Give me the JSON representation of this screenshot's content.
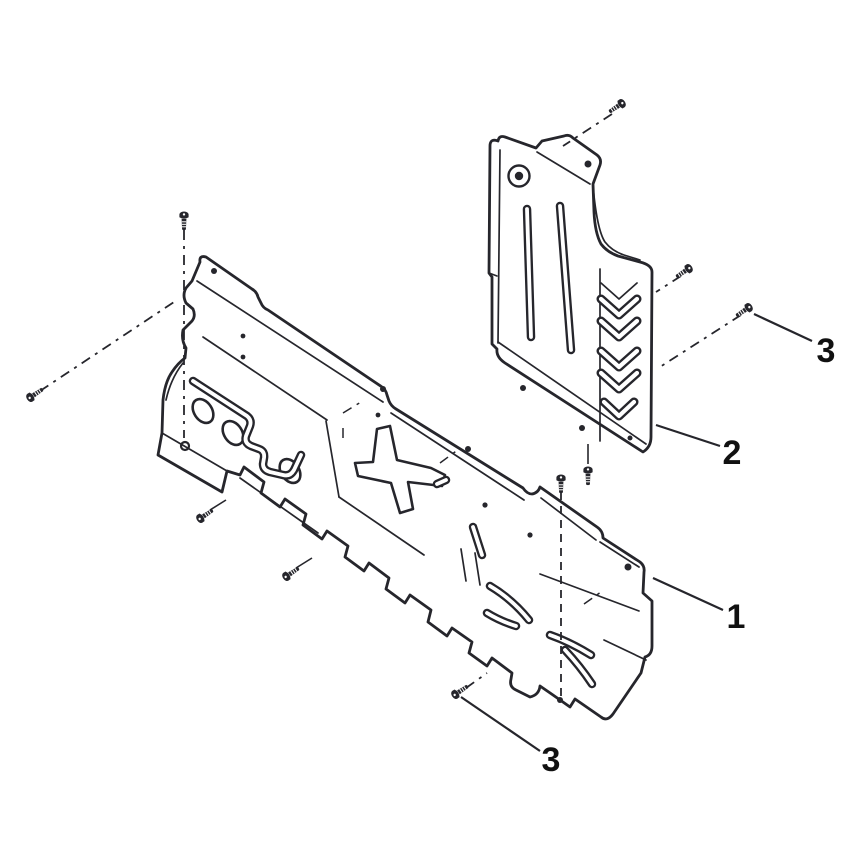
{
  "figure": {
    "type": "exploded-parts-diagram"
  },
  "colors": {
    "background": "#ffffff",
    "line": "#26262c",
    "label_text": "#111111"
  },
  "callouts": [
    {
      "label": "1"
    },
    {
      "label": "2"
    },
    {
      "label": "3"
    },
    {
      "label": "3"
    }
  ]
}
